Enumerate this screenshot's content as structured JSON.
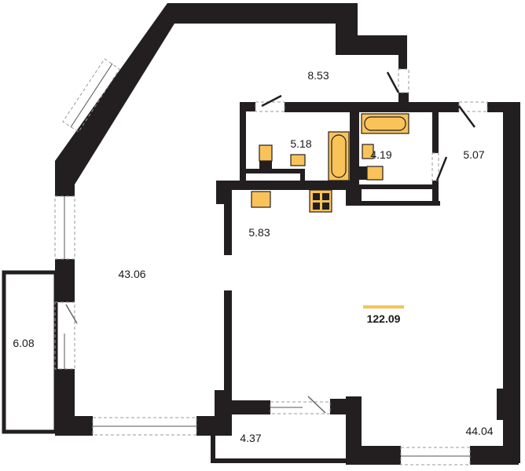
{
  "plan": {
    "total_area": "122.09",
    "rooms": [
      {
        "id": "storage",
        "area": "8.53"
      },
      {
        "id": "bathroom-1",
        "area": "5.18"
      },
      {
        "id": "bathroom-2",
        "area": "4.19"
      },
      {
        "id": "hall",
        "area": "5.07"
      },
      {
        "id": "kitchen",
        "area": "5.83"
      },
      {
        "id": "living-room",
        "area": "43.06"
      },
      {
        "id": "balcony-left",
        "area": "6.08"
      },
      {
        "id": "balcony-bottom",
        "area": "4.37"
      },
      {
        "id": "bedroom",
        "area": "44.04"
      }
    ]
  },
  "colors": {
    "wall": "#231f20",
    "fixture": "#f9c35a",
    "accent": "#f6c35b"
  }
}
